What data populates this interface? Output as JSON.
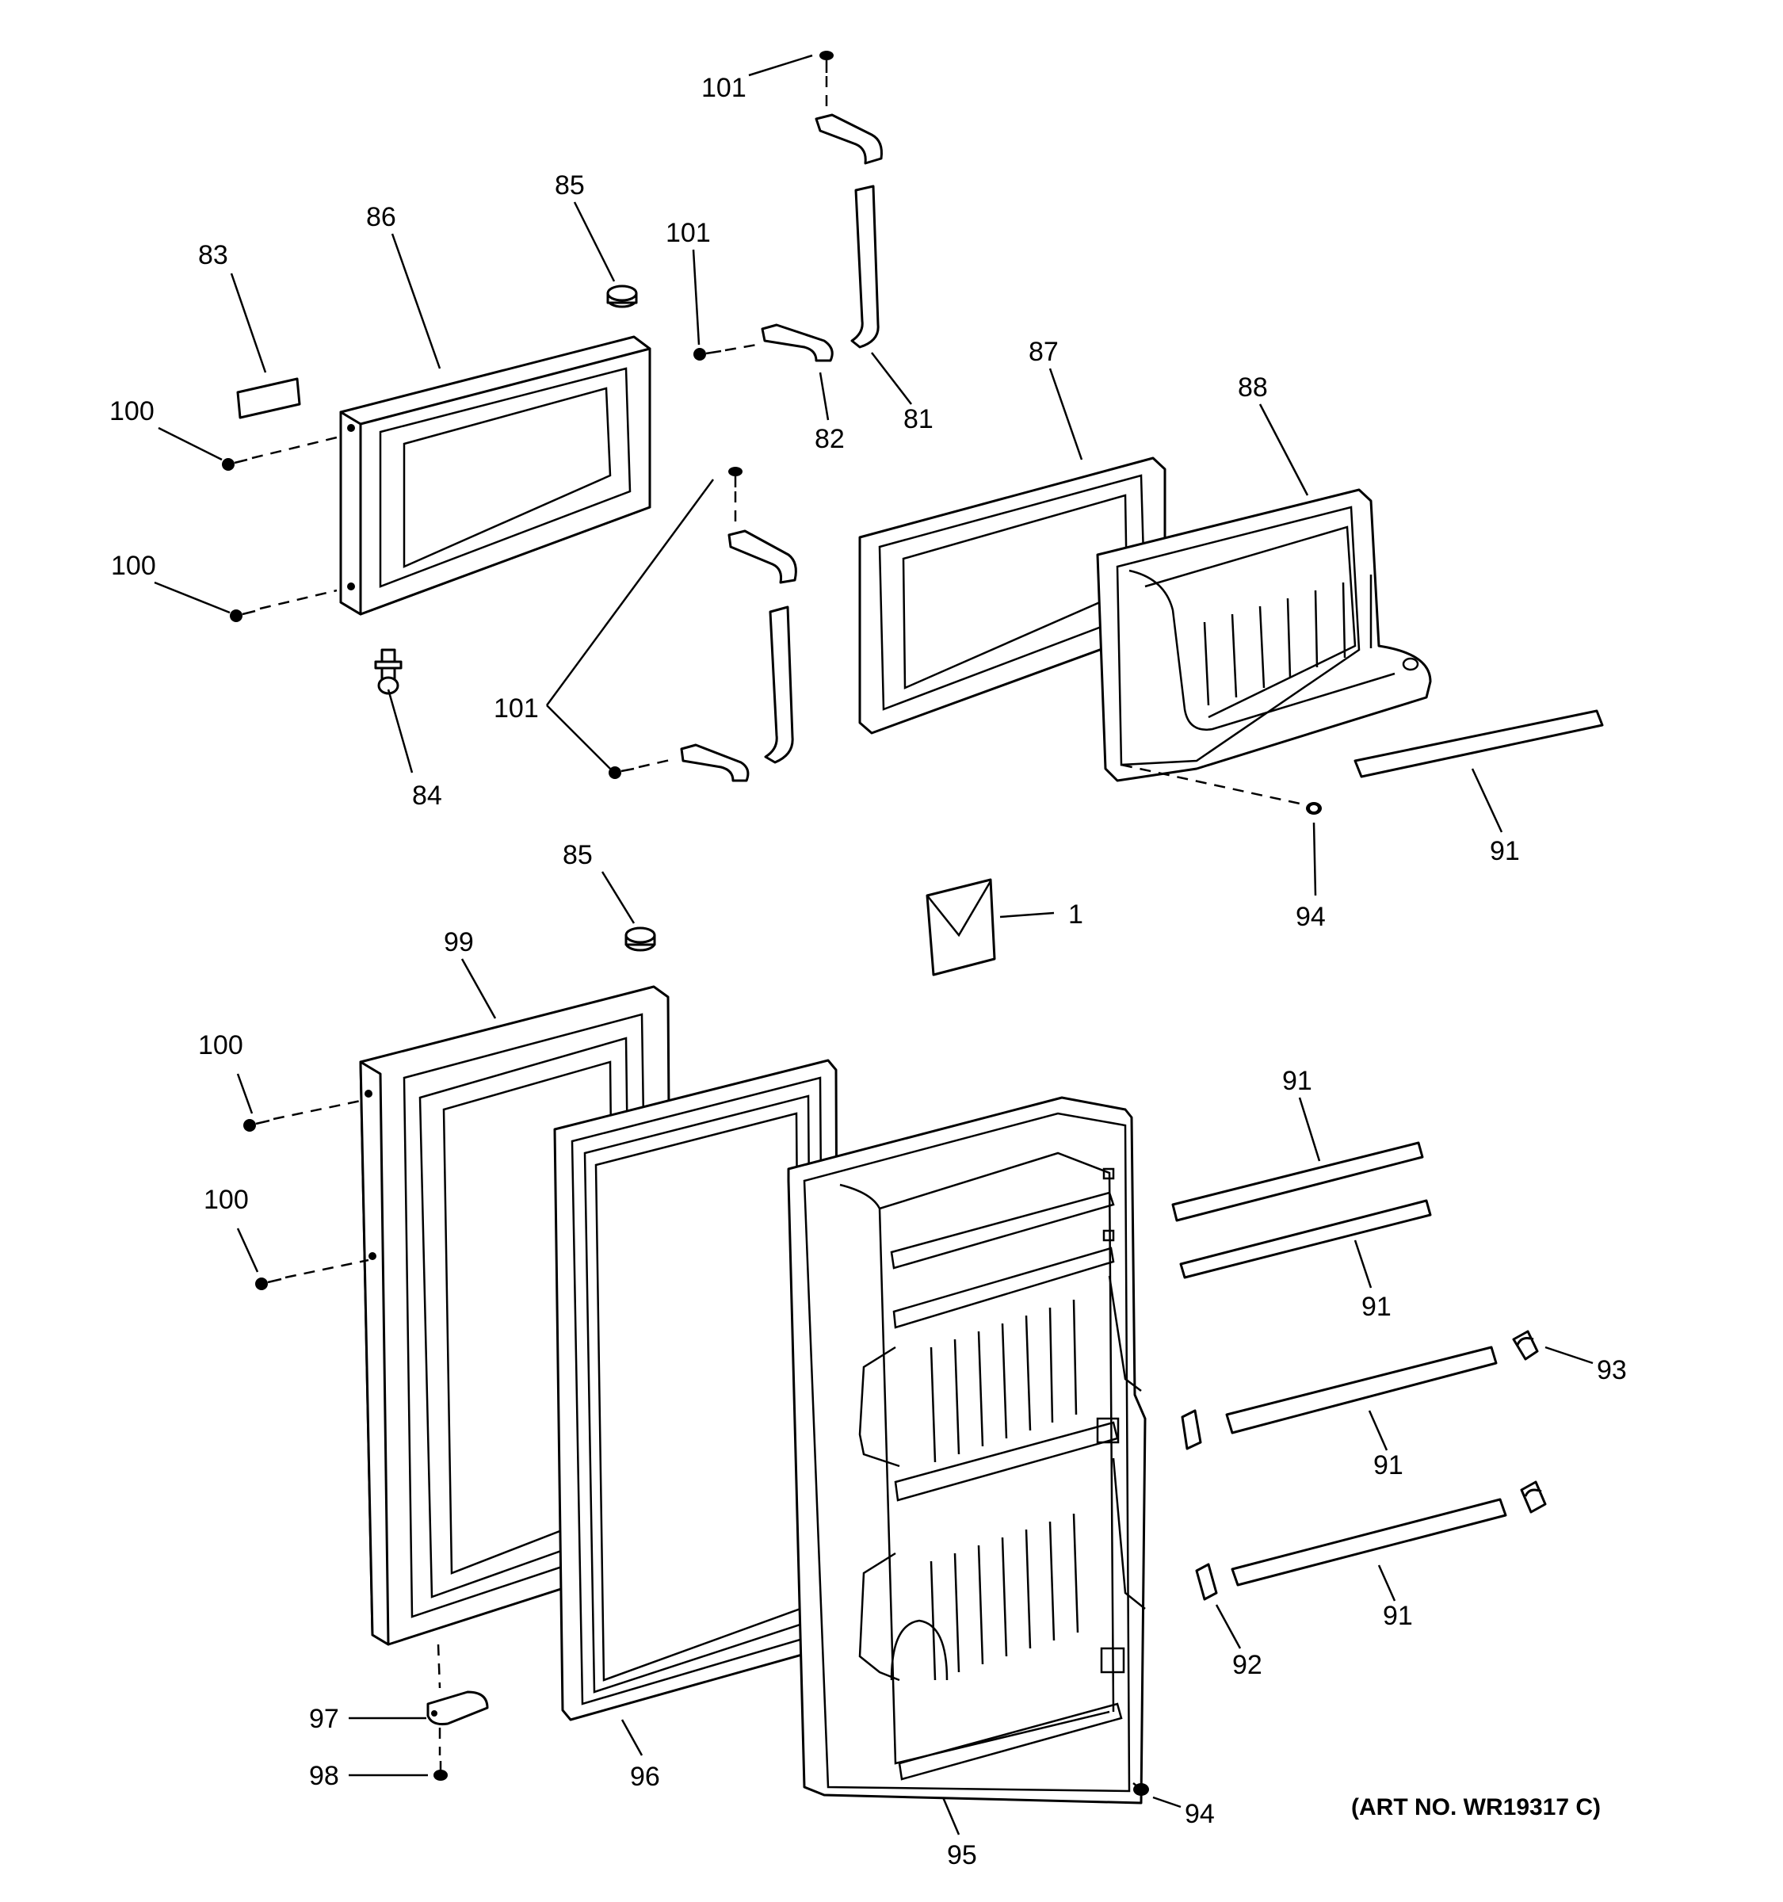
{
  "art_number": "(ART NO. WR19317 C)",
  "callouts": {
    "c1": "1",
    "c81": "81",
    "c82": "82",
    "c83": "83",
    "c84": "84",
    "c85a": "85",
    "c85b": "85",
    "c86": "86",
    "c87": "87",
    "c88": "88",
    "c91a": "91",
    "c91b": "91",
    "c91c": "91",
    "c91d": "91",
    "c91e": "91",
    "c92": "92",
    "c93": "93",
    "c94a": "94",
    "c94b": "94",
    "c95": "95",
    "c96": "96",
    "c97": "97",
    "c98": "98",
    "c99": "99",
    "c100a": "100",
    "c100b": "100",
    "c100c": "100",
    "c100d": "100",
    "c101a": "101",
    "c101b": "101",
    "c101c": "101"
  }
}
